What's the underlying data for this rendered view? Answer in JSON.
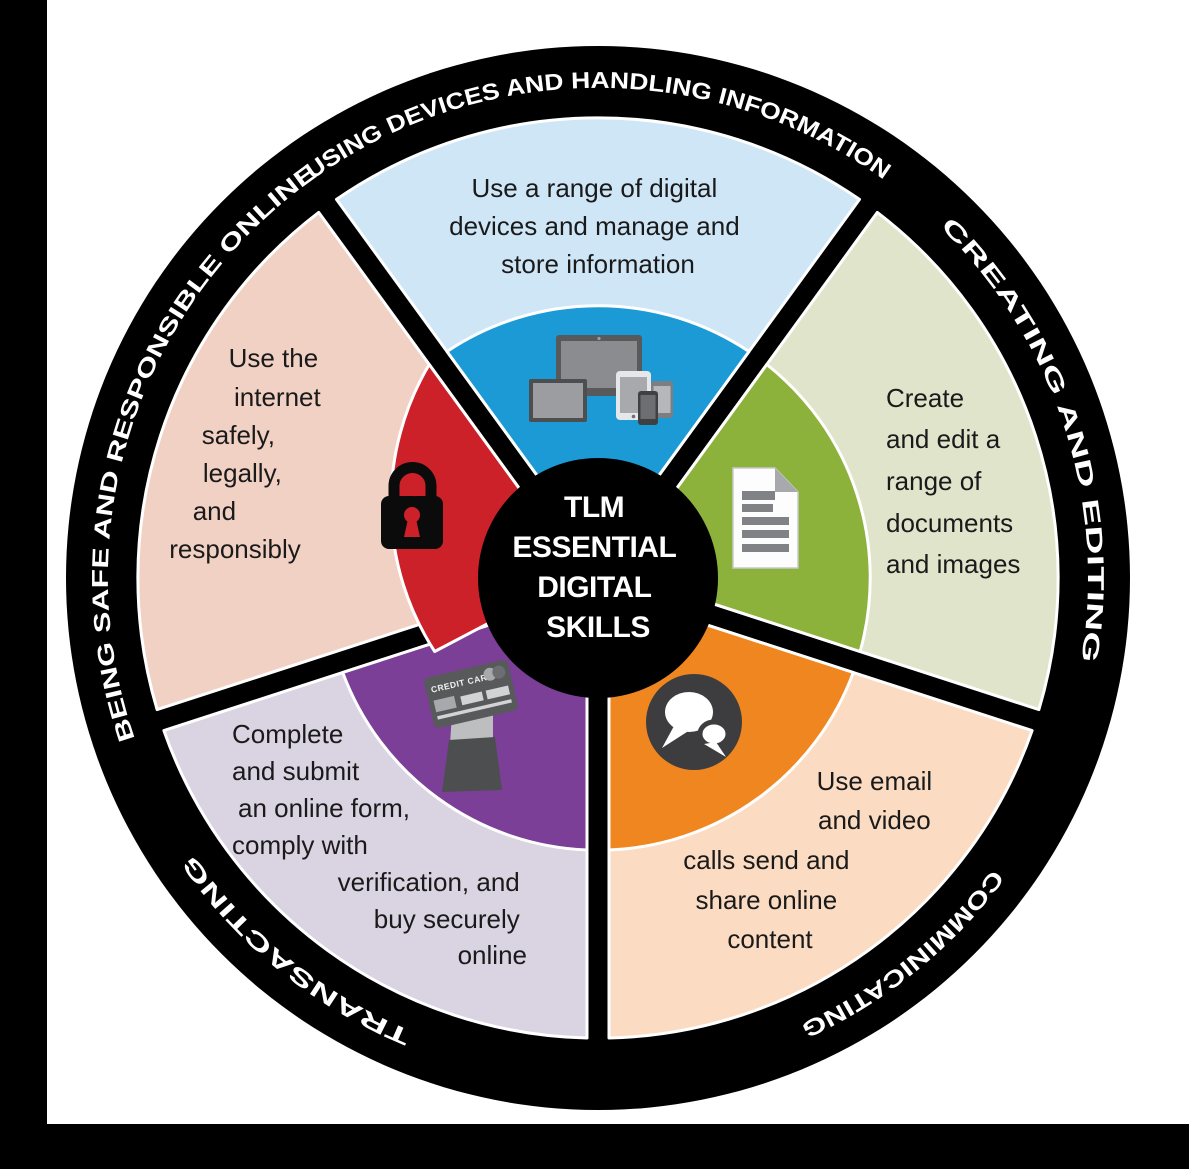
{
  "title": "TLM Essential Digital Skills wheel",
  "center": {
    "lines": [
      "TLM",
      "ESSENTIAL",
      "DIGITAL",
      "SKILLS"
    ],
    "background": "#000000",
    "text_color": "#ffffff"
  },
  "frame": {
    "left_bar_color": "#000000",
    "bottom_bar_color": "#000000",
    "page_background": "#ffffff"
  },
  "ring": {
    "color": "#000000",
    "label_color": "#ffffff"
  },
  "segments": [
    {
      "id": "using-devices",
      "ring_label": "USING DEVICES AND HANDLING INFORMATION",
      "description_lines": [
        "Use a range of digital",
        "devices and manage and",
        "store information"
      ],
      "outer_color": "#cfe6f7",
      "inner_color": "#1b9ad6",
      "icon": "devices-icon"
    },
    {
      "id": "creating-editing",
      "ring_label": "CREATING AND EDITING",
      "description_lines": [
        "Create",
        "and edit a",
        "range of",
        "documents",
        "and images"
      ],
      "outer_color": "#dfe4cb",
      "inner_color": "#8cb23c",
      "icon": "document-icon"
    },
    {
      "id": "communicating",
      "ring_label": "COMMINICATING",
      "description_lines": [
        "Use email",
        "and video",
        "calls send and",
        "share online",
        "content"
      ],
      "outer_color": "#fbdcc3",
      "inner_color": "#f0861f",
      "icon": "chat-bubbles-icon"
    },
    {
      "id": "transacting",
      "ring_label": "TRANSACTING",
      "description_lines": [
        "Complete",
        "and submit",
        "an online form,",
        "comply with",
        "verification, and",
        "buy securely",
        "online"
      ],
      "outer_color": "#d9d3e2",
      "inner_color": "#7c3f98",
      "icon": "credit-card-icon"
    },
    {
      "id": "being-safe",
      "ring_label": "BEING SAFE AND RESPONSIBLE ONLINE",
      "description_lines": [
        "Use the",
        "internet",
        "safely,",
        "legally,",
        "and",
        "responsibly"
      ],
      "outer_color": "#f2d1c5",
      "inner_color": "#cd2129",
      "icon": "padlock-icon"
    }
  ],
  "icons": {
    "credit_card_text": "CREDIT CARD"
  }
}
